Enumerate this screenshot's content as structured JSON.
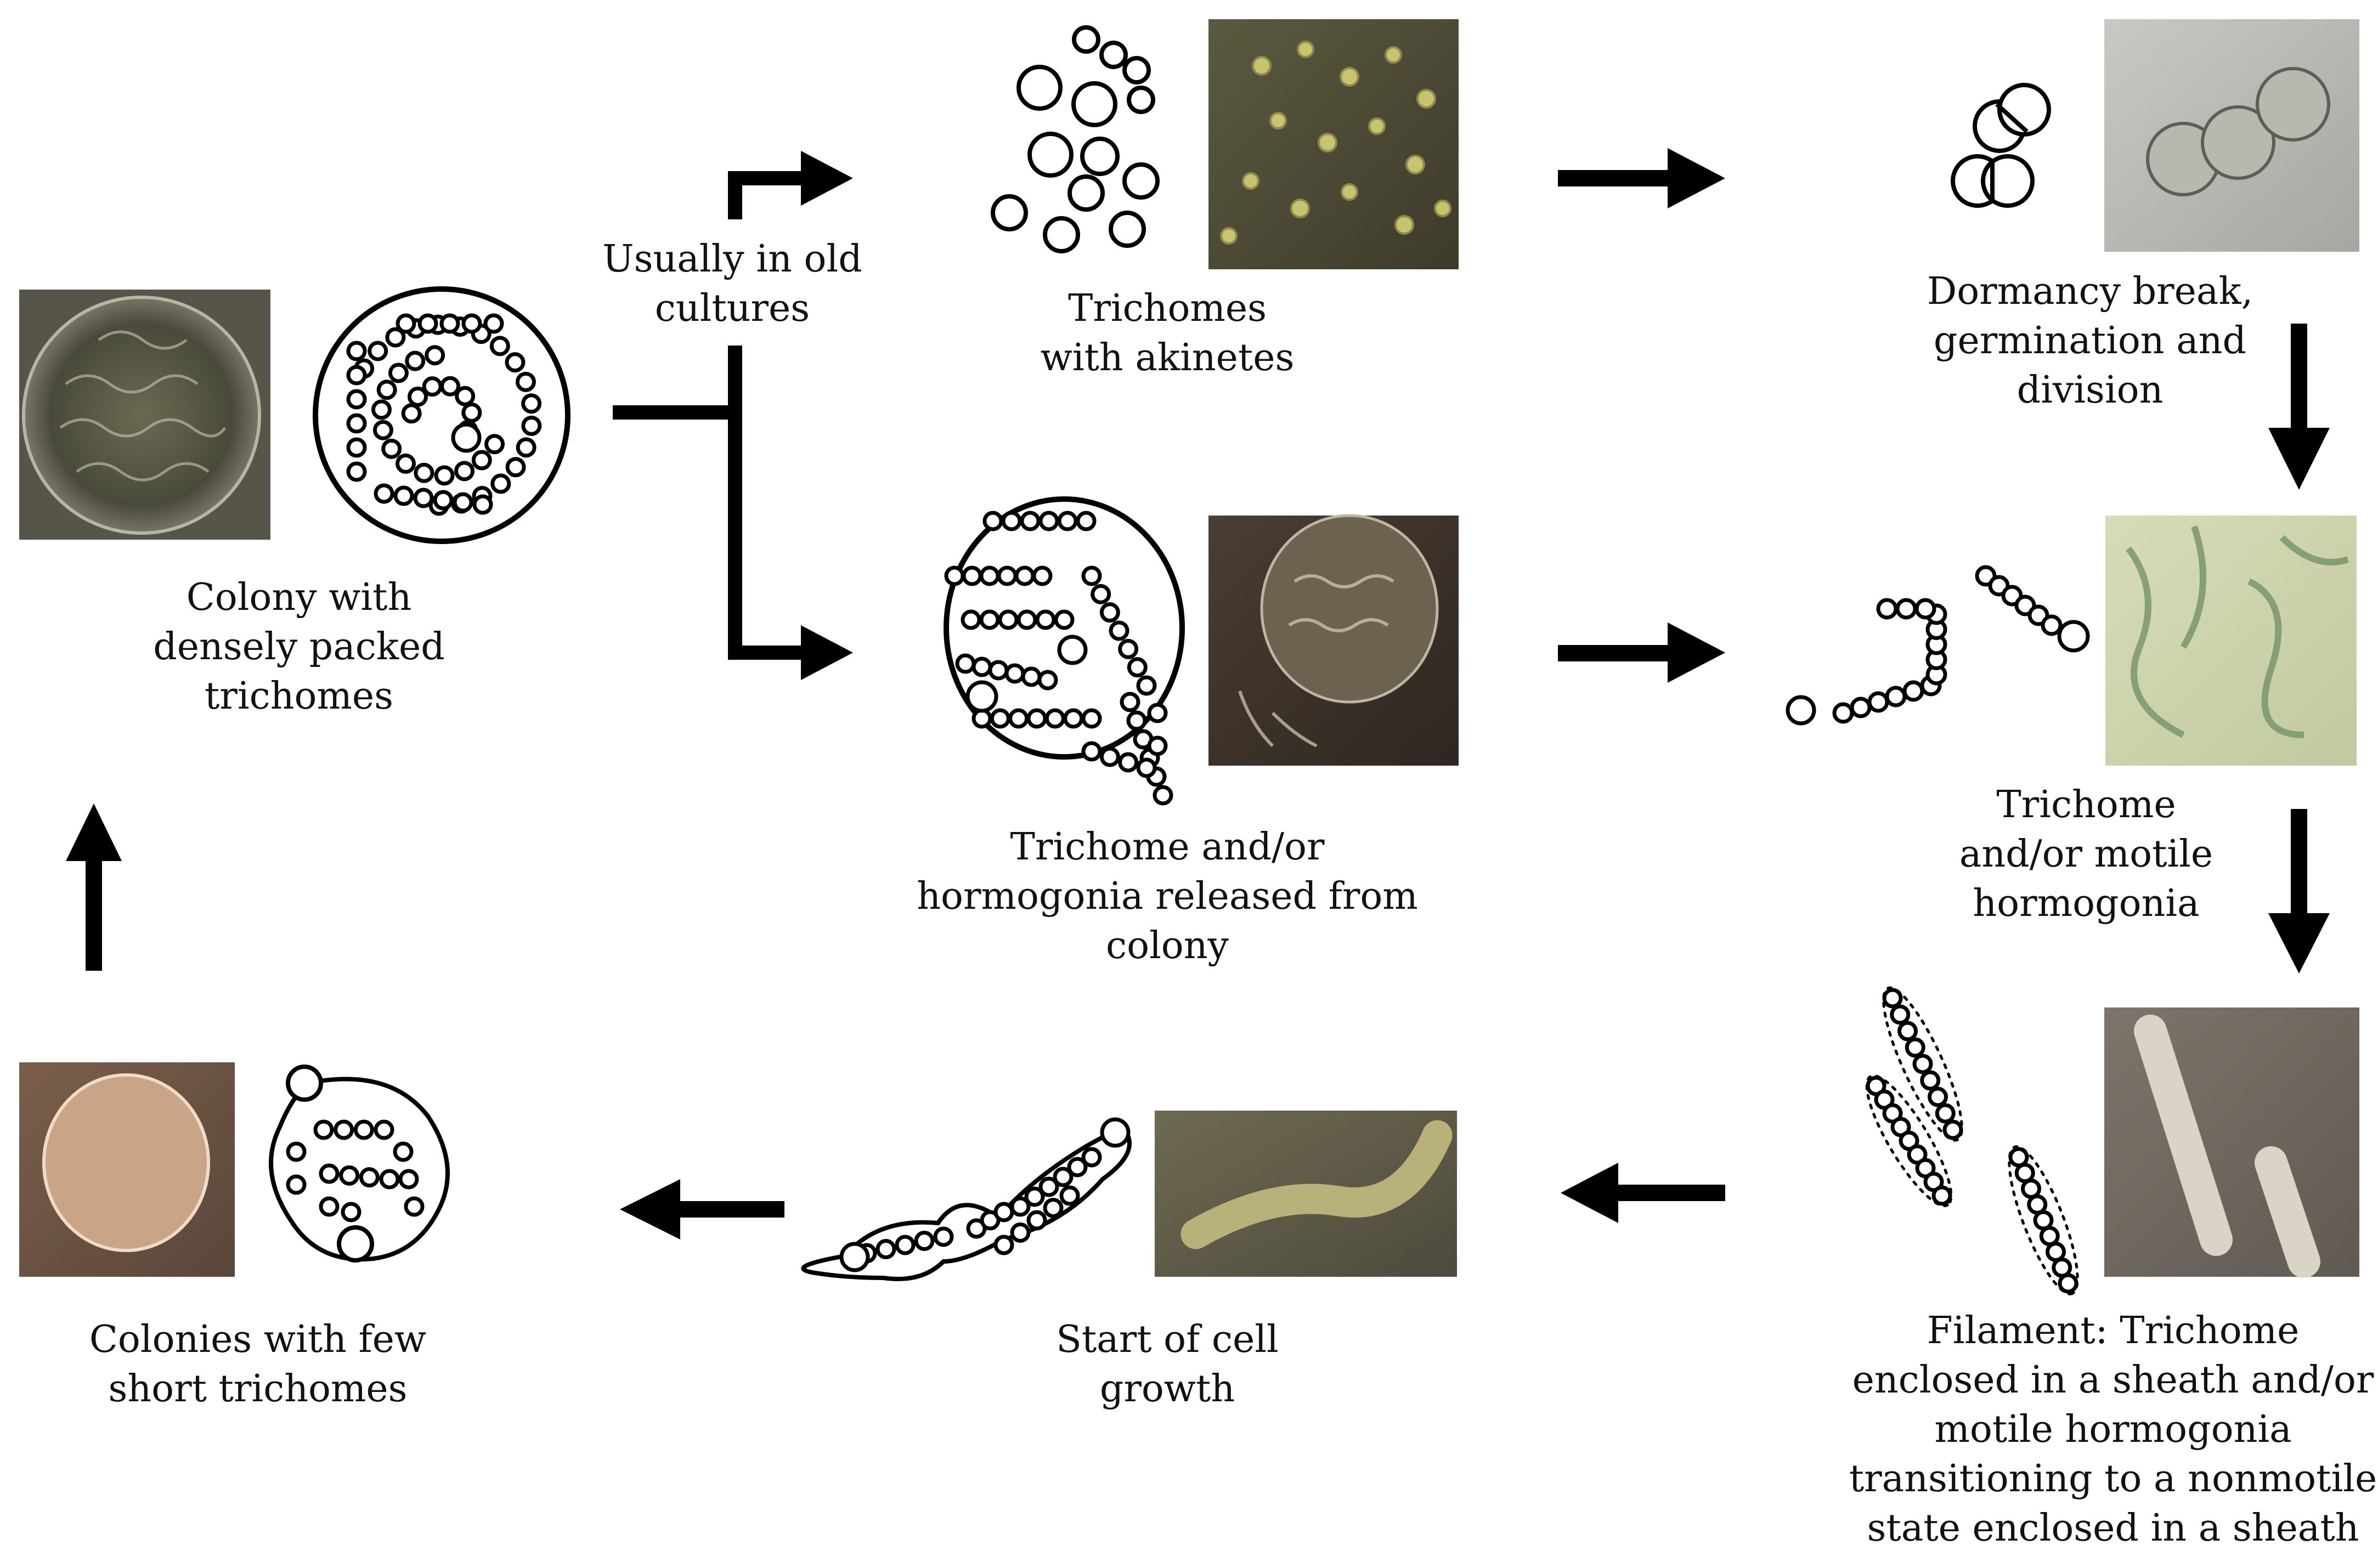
{
  "captions": {
    "colony": [
      "Colony with",
      "densely packed",
      "trichomes"
    ],
    "branch": [
      "Usually in old",
      "cultures"
    ],
    "akinetes": [
      "Trichomes",
      "with akinetes"
    ],
    "dormancy": [
      "Dormancy break,",
      "germination and",
      "division"
    ],
    "released": [
      "Trichome and/or",
      "hormogonia released from",
      "colony"
    ],
    "motile": [
      "Trichome",
      "and/or motile",
      "hormogonia"
    ],
    "filament": [
      "Filament: Trichome",
      "enclosed in a sheath and/or",
      "motile hormogonia",
      "transitioning to a nonmotile",
      "state enclosed in a sheath"
    ],
    "growth": [
      "Start of cell",
      "growth"
    ],
    "few": [
      "Colonies with few",
      "short trichomes"
    ]
  },
  "colors": {
    "ink": "#000000",
    "background": "#ffffff"
  }
}
